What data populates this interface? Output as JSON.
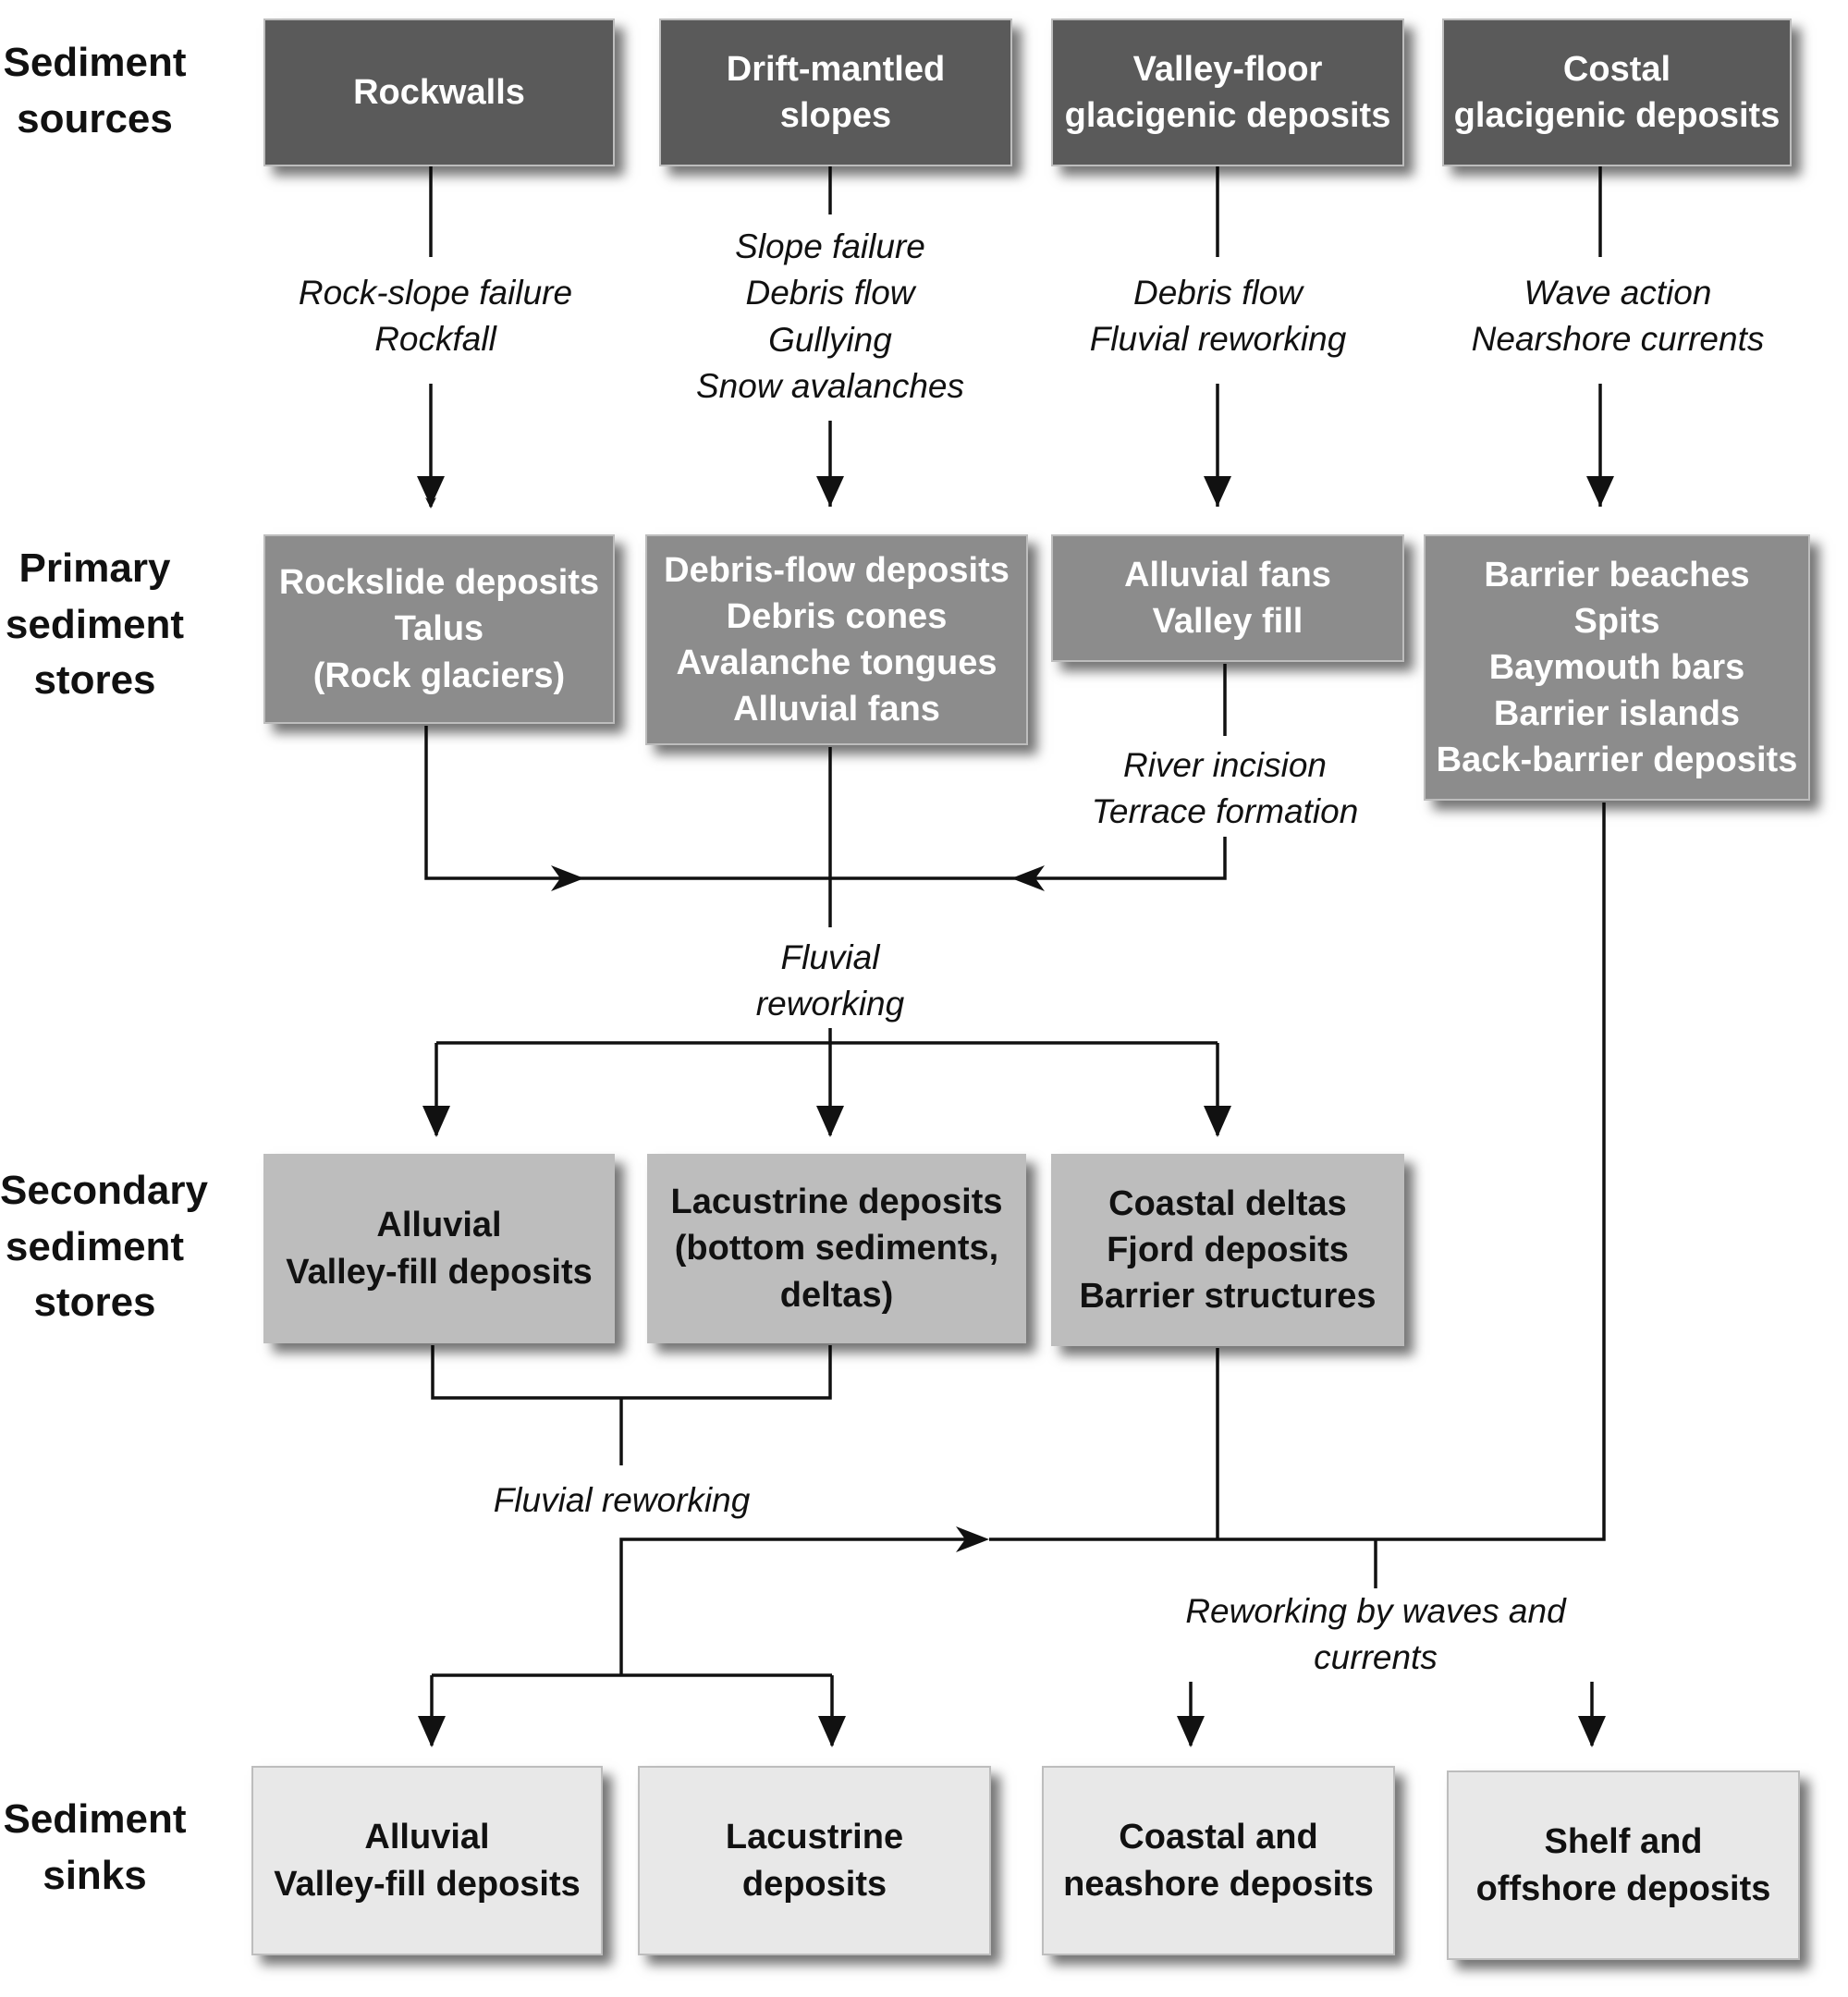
{
  "rows": {
    "sources": "Sediment\nsources",
    "primary": "Primary\nsediment\nstores",
    "secondary": "Secondary\nsediment\nstores",
    "sinks": "Sediment\nsinks"
  },
  "sources": {
    "rockwalls": "Rockwalls",
    "drift": "Drift-mantled\nslopes",
    "valley": "Valley-floor\nglacigenic deposits",
    "costal": "Costal\nglacigenic deposits"
  },
  "primary": {
    "rockslide": "Rockslide deposits\nTalus\n(Rock glaciers)",
    "debris": "Debris-flow deposits\nDebris cones\nAvalanche tongues\nAlluvial fans",
    "fans": "Alluvial fans\nValley fill",
    "barrier": "Barrier beaches\nSpits\nBaymouth bars\nBarrier islands\nBack-barrier deposits"
  },
  "secondary": {
    "alluvial": "Alluvial\nValley-fill deposits",
    "lacustrine": "Lacustrine deposits\n(bottom sediments,\ndeltas)",
    "coastal": "Coastal deltas\nFjord deposits\nBarrier structures"
  },
  "sinks": {
    "alluvial": "Alluvial\nValley-fill deposits",
    "lacustrine": "Lacustrine\ndeposits",
    "coastal": "Coastal and\nneashore deposits",
    "shelf": "Shelf and\noffshore deposits"
  },
  "processes": {
    "rockslope": "Rock-slope failure\nRockfall",
    "slope": "Slope failure\nDebris flow\nGullying\nSnow avalanches",
    "debrisflow": "Debris flow\nFluvial reworking",
    "wave": "Wave action\nNearshore currents",
    "incision": "River incision\nTerrace formation",
    "fluvial1": "Fluvial reworking",
    "fluvial2": "Fluvial reworking",
    "reworking": "Reworking by waves and currents"
  },
  "colors": {
    "source_fill": "#5a5a5a",
    "primary_fill": "#8c8c8c",
    "secondary_fill": "#bdbdbd",
    "sink_fill": "#e8e8e8",
    "line": "#111111"
  }
}
